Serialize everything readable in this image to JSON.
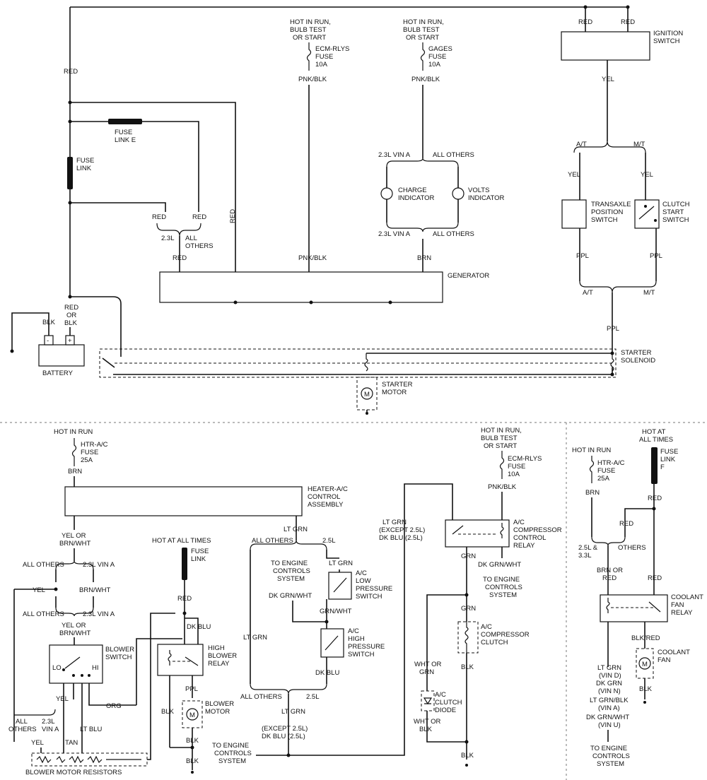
{
  "top": {
    "ignition": {
      "wire1": "RED",
      "wire2": "RED",
      "name1": "IGNITION",
      "name2": "SWITCH",
      "out": "YEL",
      "at": "A/T",
      "mt": "M/T",
      "yel1": "YEL",
      "yel2": "YEL"
    },
    "transaxle": [
      "TRANSAXLE",
      "POSITION",
      "SWITCH"
    ],
    "clutch": [
      "CLUTCH",
      "START",
      "SWITCH"
    ],
    "ppl1": "PPL",
    "ppl2": "PPL",
    "at2": "A/T",
    "mt2": "M/T",
    "ppl3": "PPL",
    "red_main": "RED",
    "fuselink_e": [
      "FUSE",
      "LINK E"
    ],
    "fuselink": [
      "FUSE",
      "LINK"
    ],
    "red_a": "RED",
    "red_b": "RED",
    "red_c": "RED",
    "l23": "2.3L",
    "allothers": [
      "ALL",
      "OTHERS"
    ],
    "red_gen": "RED",
    "ecm": {
      "hot": [
        "HOT IN RUN,",
        "BULB TEST",
        "OR START"
      ],
      "fuse": [
        "ECM-RLYS",
        "FUSE",
        "10A"
      ],
      "wire": "PNK/BLK",
      "wire2": "PNK/BLK"
    },
    "gages": {
      "hot": [
        "HOT IN RUN,",
        "BULB TEST",
        "OR START"
      ],
      "fuse": [
        "GAGES",
        "FUSE",
        "10A"
      ],
      "wire": "PNK/BLK"
    },
    "charge": {
      "vin": "2.3L VIN A",
      "others": "ALL OTHERS",
      "ind1": [
        "CHARGE",
        "INDICATOR"
      ],
      "ind2": [
        "VOLTS",
        "INDICATOR"
      ],
      "vin2": "2.3L VIN A",
      "others2": "ALL OTHERS",
      "brn": "BRN"
    },
    "generator": "GENERATOR",
    "battery": {
      "label": "BATTERY",
      "blk": "BLK",
      "redorblk": [
        "RED",
        "OR",
        "BLK"
      ],
      "minus": "-",
      "plus": "+"
    },
    "starter": {
      "sol": [
        "STARTER",
        "SOLENOID"
      ],
      "motor": [
        "STARTER",
        "MOTOR"
      ],
      "m": "M"
    }
  },
  "bl": {
    "hot": "HOT IN RUN",
    "fuse": [
      "HTR-A/C",
      "FUSE",
      "25A"
    ],
    "brn": "BRN",
    "heater": [
      "HEATER-A/C",
      "CONTROL",
      "ASSEMBLY"
    ],
    "yelor": [
      "YEL OR",
      "BRN/WHT"
    ],
    "allothers": "ALL OTHERS",
    "vin": "2.3L VIN A",
    "yel": "YEL",
    "brnwht": "BRN/WHT",
    "allothers2": "ALL OTHERS",
    "vin2": "2.3L VIN A",
    "yelor2": [
      "YEL OR",
      "BRN/WHT"
    ],
    "blower": [
      "BLOWER",
      "SWITCH"
    ],
    "lo": "LO",
    "hi": "HI",
    "yel2": "YEL",
    "org": "ORG",
    "all": [
      "ALL",
      "OTHERS"
    ],
    "vin3": [
      "2.3L",
      "VIN A"
    ],
    "tan": "TAN",
    "ltblu": "LT BLU",
    "yel3": "YEL",
    "resistors": "BLOWER MOTOR RESISTORS",
    "hotall": "HOT AT ALL TIMES",
    "flink": [
      "FUSE",
      "LINK"
    ],
    "red": "RED",
    "dkblu": "DK BLU",
    "relay": [
      "HIGH",
      "BLOWER",
      "RELAY"
    ],
    "ppl": "PPL",
    "blk": "BLK",
    "motor": [
      "BLOWER",
      "MOTOR"
    ],
    "m": "M",
    "blk2": "BLK",
    "blk3": "BLK"
  },
  "bm": {
    "ltgrn": "LT GRN",
    "allothers": "ALL OTHERS",
    "l25": "2.5L",
    "toengine": [
      "TO ENGINE",
      "CONTROLS",
      "SYSTEM"
    ],
    "ltgrn2": "LT GRN",
    "dkgrnwht": "DK GRN/WHT",
    "low": [
      "A/C",
      "LOW",
      "PRESSURE",
      "SWITCH"
    ],
    "grnwht": "GRN/WHT",
    "high": [
      "A/C",
      "HIGH",
      "PRESSURE",
      "SWITCH"
    ],
    "dkblu": "DK BLU",
    "ltgrn3": "LT GRN",
    "allothers2": "ALL OTHERS",
    "l25b": "2.5L",
    "ltgrn4": [
      "LT GRN",
      "(EXCEPT 2.5L)",
      "DK BLU (2.5L)"
    ],
    "toengine2": [
      "TO ENGINE",
      "CONTROLS",
      "SYSTEM"
    ]
  },
  "br": {
    "hot": [
      "HOT IN RUN,",
      "BULB TEST",
      "OR START"
    ],
    "fuse": [
      "ECM-RLYS",
      "FUSE",
      "10A"
    ],
    "pnkblk": "PNK/BLK",
    "ltgrn": [
      "LT GRN",
      "(EXCEPT 2.5L)",
      "DK BLU (2.5L)"
    ],
    "relay": [
      "A/C",
      "COMPRESSOR",
      "CONTROL",
      "RELAY"
    ],
    "grn": "GRN",
    "dkgrnwht": "DK GRN/WHT",
    "toengine": [
      "TO ENGINE",
      "CONTROLS",
      "SYSTEM"
    ],
    "grn2": "GRN",
    "clutch": [
      "A/C",
      "COMPRESSOR",
      "CLUTCH"
    ],
    "blk": "BLK",
    "whtgrn": [
      "WHT OR",
      "GRN"
    ],
    "diode": [
      "A/C",
      "CLUTCH",
      "DIODE"
    ],
    "whtblk": [
      "WHT OR",
      "BLK"
    ],
    "blk2": "BLK"
  },
  "fr": {
    "hot": "HOT IN RUN",
    "fuse": [
      "HTR-A/C",
      "FUSE",
      "25A"
    ],
    "brn": "BRN",
    "hotall": [
      "HOT AT",
      "ALL TIMES"
    ],
    "flink": [
      "FUSE",
      "LINK",
      "F"
    ],
    "red": "RED",
    "red2": "RED",
    "l25": [
      "2.5L &",
      "3.3L"
    ],
    "others": "OTHERS",
    "brnor": [
      "BRN OR",
      "RED"
    ],
    "red3": "RED",
    "relay": [
      "COOLANT",
      "FAN",
      "RELAY"
    ],
    "blkred": "BLK/RED",
    "fan": [
      "COOLANT",
      "FAN"
    ],
    "m": "M",
    "blk": "BLK",
    "wires": [
      "LT GRN",
      "(VIN D)",
      "DK GRN",
      "(VIN N)",
      "LT GRN/BLK",
      "(VIN A)",
      "DK GRN/WHT",
      "(VIN U)"
    ],
    "toengine": [
      "TO ENGINE",
      "CONTROLS",
      "SYSTEM"
    ]
  }
}
